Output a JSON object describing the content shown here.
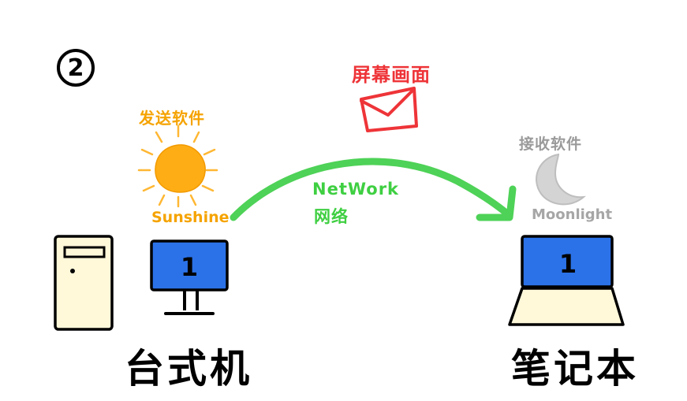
{
  "step_number": "2",
  "sender": {
    "label_cn": "发送软件",
    "label_en": "Sunshine"
  },
  "receiver": {
    "label_cn": "接收软件",
    "label_en": "Moonlight"
  },
  "network": {
    "label_en": "NetWork",
    "label_cn": "网络"
  },
  "payload": {
    "label_cn": "屏幕画面"
  },
  "desktop": {
    "label_cn": "台式机",
    "screen_number": "1"
  },
  "laptop": {
    "label_cn": "笔记本",
    "screen_number": "1"
  },
  "colors": {
    "sun": "#FFAD14",
    "network": "#4ED257",
    "envelope": "#EE3438",
    "moon": "#C8C8C8",
    "screen": "#2B72E8",
    "tower": "#FFF8D9"
  }
}
